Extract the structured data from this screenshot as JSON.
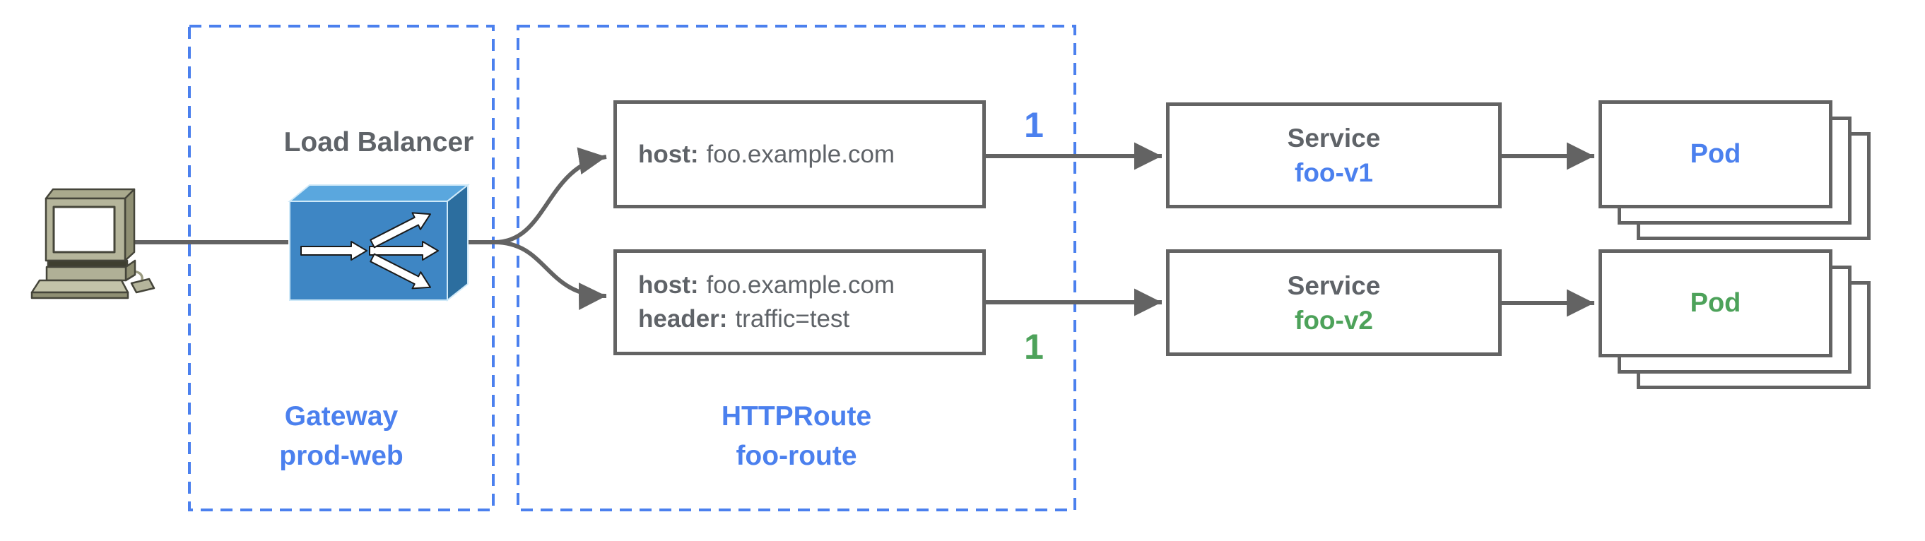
{
  "client": {
    "icon": "desktop-computer-icon"
  },
  "gateway": {
    "lb_title": "Load Balancer",
    "lb_icon": "load-balancer-3d-icon",
    "box_label_line1": "Gateway",
    "box_label_line2": "prod-web"
  },
  "httproute": {
    "box_label_line1": "HTTPRoute",
    "box_label_line2": "foo-route",
    "rules": [
      {
        "weight": "1",
        "weight_color": "#4b80ee",
        "matches": [
          {
            "key": "host:",
            "value": "foo.example.com"
          }
        ]
      },
      {
        "weight": "1",
        "weight_color": "#4da25a",
        "matches": [
          {
            "key": "host:",
            "value": "foo.example.com"
          },
          {
            "key": "header:",
            "value": "traffic=test"
          }
        ]
      }
    ]
  },
  "services": [
    {
      "kind": "Service",
      "name": "foo-v1",
      "name_color": "#4b80ee"
    },
    {
      "kind": "Service",
      "name": "foo-v2",
      "name_color": "#4da25a"
    }
  ],
  "pods": [
    {
      "label": "Pod",
      "label_color": "#4b80ee",
      "replicas_shown": 3
    },
    {
      "label": "Pod",
      "label_color": "#4da25a",
      "replicas_shown": 3
    }
  ],
  "colors": {
    "accent_blue": "#4b80ee",
    "accent_green": "#4da25a",
    "text_gray": "#5f6368",
    "box_stroke": "#636363",
    "dashed_border_blue": "#4b80ee",
    "lb_front": "#3e86c4",
    "lb_top": "#5aa7de",
    "lb_side": "#2c6e9f"
  }
}
